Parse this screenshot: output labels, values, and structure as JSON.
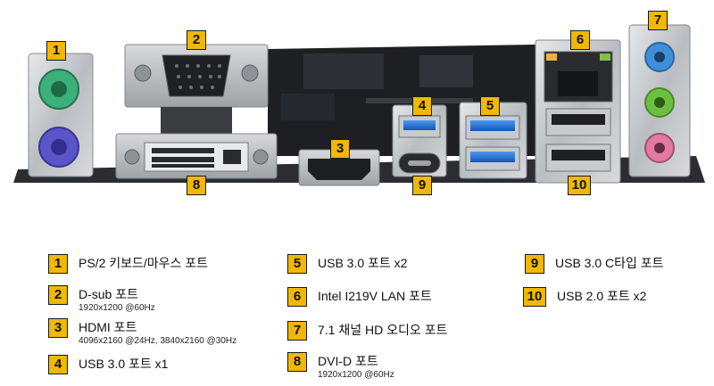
{
  "colors": {
    "badge": "#f0b800",
    "ps2_mouse": "#3bb07a",
    "ps2_keyboard": "#5a55c8",
    "audio_blue": "#3f8fd8",
    "audio_green": "#6cc040",
    "audio_pink": "#e27aa2",
    "usb3_blue": "#1f6fd6"
  },
  "photo_badges": [
    "1",
    "2",
    "3",
    "4",
    "5",
    "6",
    "7",
    "8",
    "9",
    "10"
  ],
  "legend": [
    {
      "num": "1",
      "label": "PS/2 키보드/마우스 포트",
      "sub": ""
    },
    {
      "num": "2",
      "label": "D-sub 포트",
      "sub": "1920x1200 @60Hz"
    },
    {
      "num": "3",
      "label": "HDMI 포트",
      "sub": "4096x2160 @24Hz, 3840x2160 @30Hz"
    },
    {
      "num": "4",
      "label": "USB 3.0 포트 x1",
      "sub": ""
    },
    {
      "num": "5",
      "label": "USB 3.0 포트 x2",
      "sub": ""
    },
    {
      "num": "6",
      "label": "Intel I219V LAN 포트",
      "sub": ""
    },
    {
      "num": "7",
      "label": "7.1 채널 HD 오디오 포트",
      "sub": ""
    },
    {
      "num": "8",
      "label": "DVI-D 포트",
      "sub": "1920x1200 @60Hz"
    },
    {
      "num": "9",
      "label": "USB 3.0 C타입 포트",
      "sub": ""
    },
    {
      "num": "10",
      "label": "USB 2.0 포트 x2",
      "sub": ""
    }
  ]
}
